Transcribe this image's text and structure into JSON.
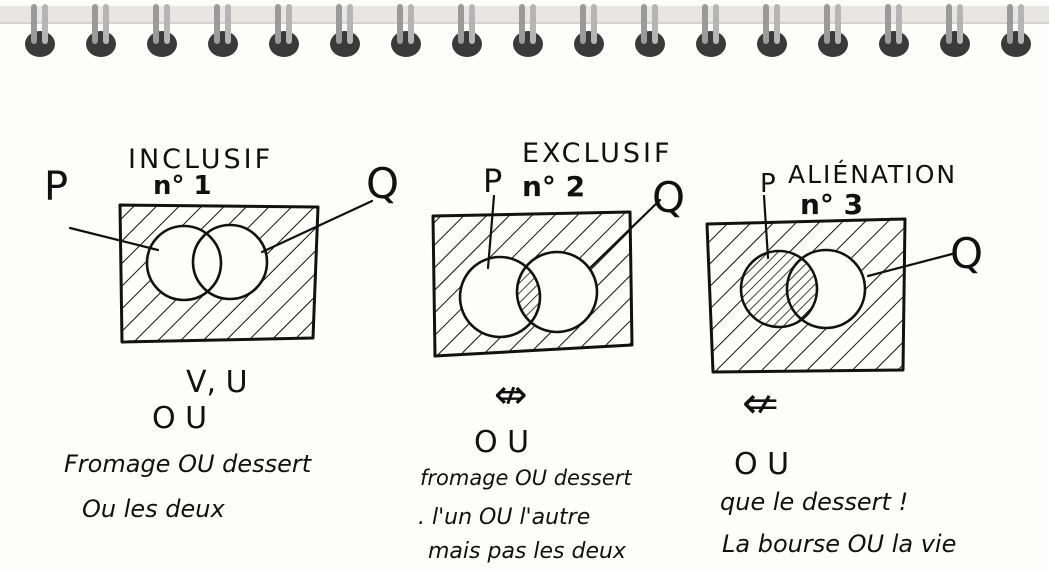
{
  "panels": [
    {
      "title": "INCLUSIF",
      "number": "n° 1",
      "label_left": "P",
      "label_right": "Q",
      "symbols": "V, U",
      "symbol2": "O U",
      "caption_lines": [
        "Fromage OU dessert",
        "Ou les deux"
      ]
    },
    {
      "title": "EXCLUSIF",
      "number": "n° 2",
      "label_left": "P",
      "label_right": "Q",
      "symbols": "⇎",
      "symbol2": "O U",
      "caption_lines": [
        "fromage OU dessert",
        ". l'un OU l'autre",
        "mais pas les deux"
      ]
    },
    {
      "title": "ALIÉNATION",
      "number": "n° 3",
      "label_left": "P",
      "label_right": "Q",
      "symbols": "⇍",
      "symbol2": "O U",
      "caption_lines": [
        "que le dessert !",
        "La bourse OU la vie"
      ]
    }
  ]
}
